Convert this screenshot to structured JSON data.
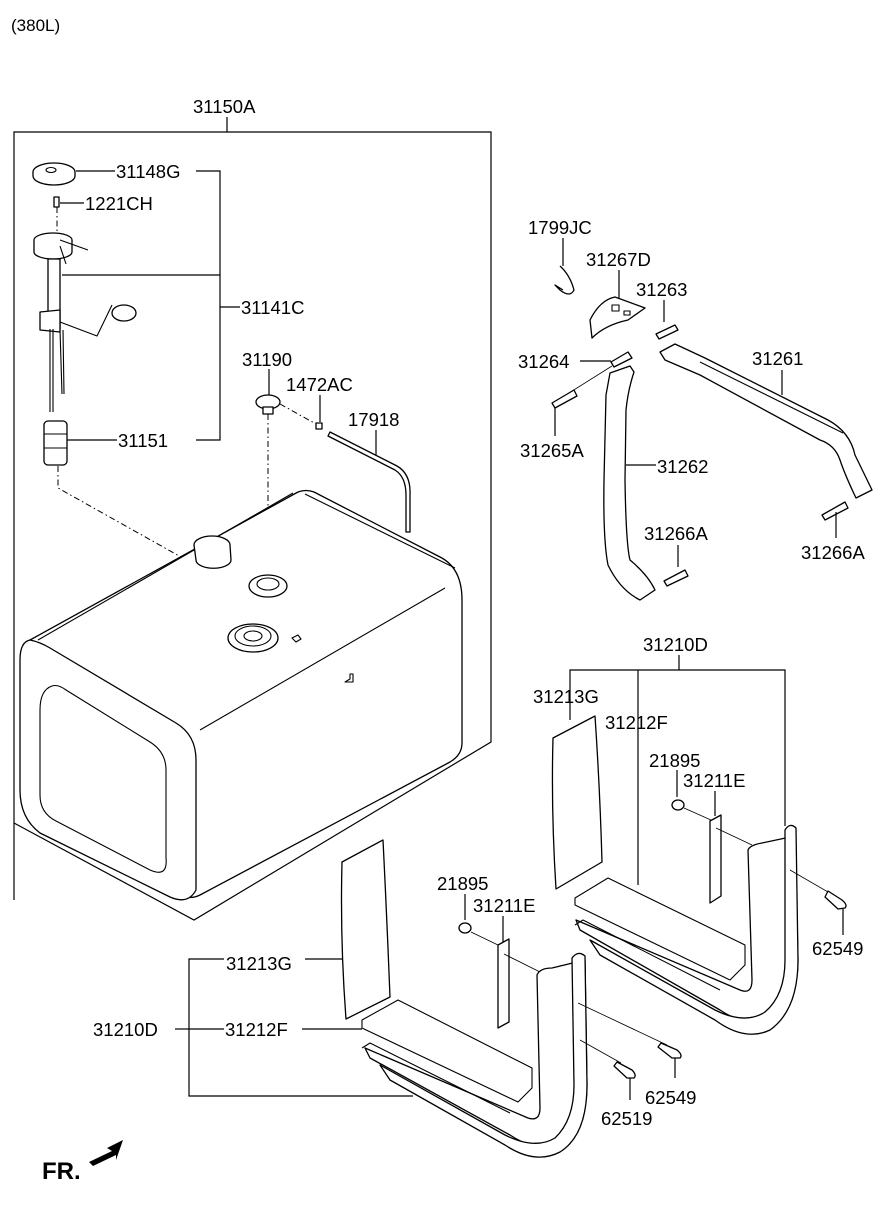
{
  "diagram": {
    "variant_caption": "(380L)",
    "front_indicator": "FR.",
    "labels": {
      "assembly_fuel_tank": "31150A",
      "sender_cover": "31148G",
      "sender_screw": "1221CH",
      "sender_assembly": "31141C",
      "fuel_filter": "31151",
      "filler_neck": "31190",
      "hose_clamp": "1472AC",
      "vent_hose": "17918",
      "clip": "1799JC",
      "band_cover": "31267D",
      "band_pin_upper": "31263",
      "band_upper": "31261",
      "band_pin_left": "31264",
      "band_bolt": "31265A",
      "band_lower": "31262",
      "band_pin_mid": "31266A",
      "band_pin_right": "31266A",
      "step_assembly_right": "31210D",
      "step_cover_right": "31213G",
      "step_plate_right": "31212F",
      "nut_right": "21895",
      "bracket_right": "31211E",
      "bolt_right": "62549",
      "nut_left": "21895",
      "bracket_left": "31211E",
      "step_cover_left": "31213G",
      "step_assembly_left": "31210D",
      "step_plate_left": "31212F",
      "bolt_left_upper": "62549",
      "bolt_left_lower": "62519"
    }
  }
}
